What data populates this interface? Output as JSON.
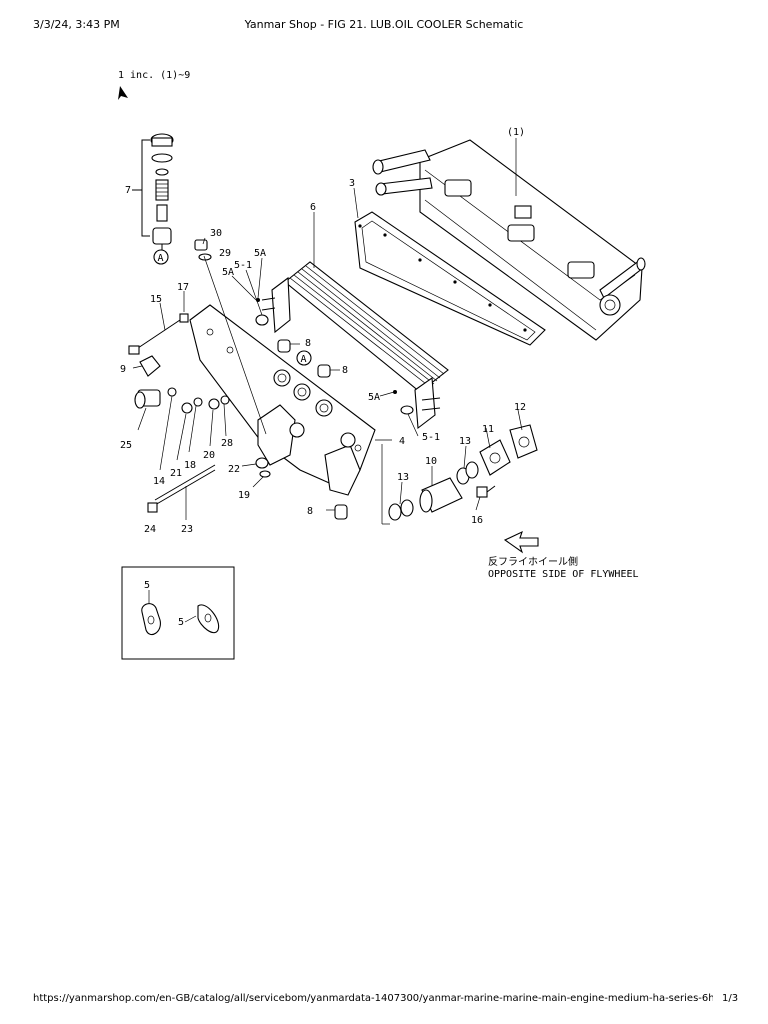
{
  "header": {
    "timestamp": "3/3/24, 3:43 PM",
    "title": "Yanmar Shop - FIG 21. LUB.OIL COOLER Schematic"
  },
  "footer": {
    "url": "https://yanmarshop.com/en-GB/catalog/all/servicebom/yanmardata-1407300/yanmar-marine-marine-main-engine-medium-ha-series-6ha2m-dte-fig-21…",
    "page": "1/3"
  },
  "figure": {
    "assembly_note": "1 inc. (1)~9",
    "opposite_side_jp": "反フライホイール側",
    "opposite_side_en": "OPPOSITE SIDE OF FLYWHEEL",
    "ref_circle": "A",
    "callouts": {
      "c1": "(1)",
      "c3": "3",
      "c6": "6",
      "c7": "7",
      "c30": "30",
      "c29": "29",
      "c5A_a": "5A",
      "c5_1a": "5-1",
      "c5A_b": "5A",
      "c15": "15",
      "c17": "17",
      "c8a": "8",
      "c8b": "8",
      "c9": "9",
      "c5A_c": "5A",
      "c4": "4",
      "c5_1b": "5-1",
      "c25": "25",
      "c14": "14",
      "c21": "21",
      "c18": "18",
      "c20": "20",
      "c28": "28",
      "c22": "22",
      "c19": "19",
      "c8c": "8",
      "c24": "24",
      "c23": "23",
      "c11": "11",
      "c12": "12",
      "c13a": "13",
      "c10": "10",
      "c13b": "13",
      "c16": "16",
      "c5_inset_a": "5",
      "c5_inset_b": "5"
    }
  }
}
